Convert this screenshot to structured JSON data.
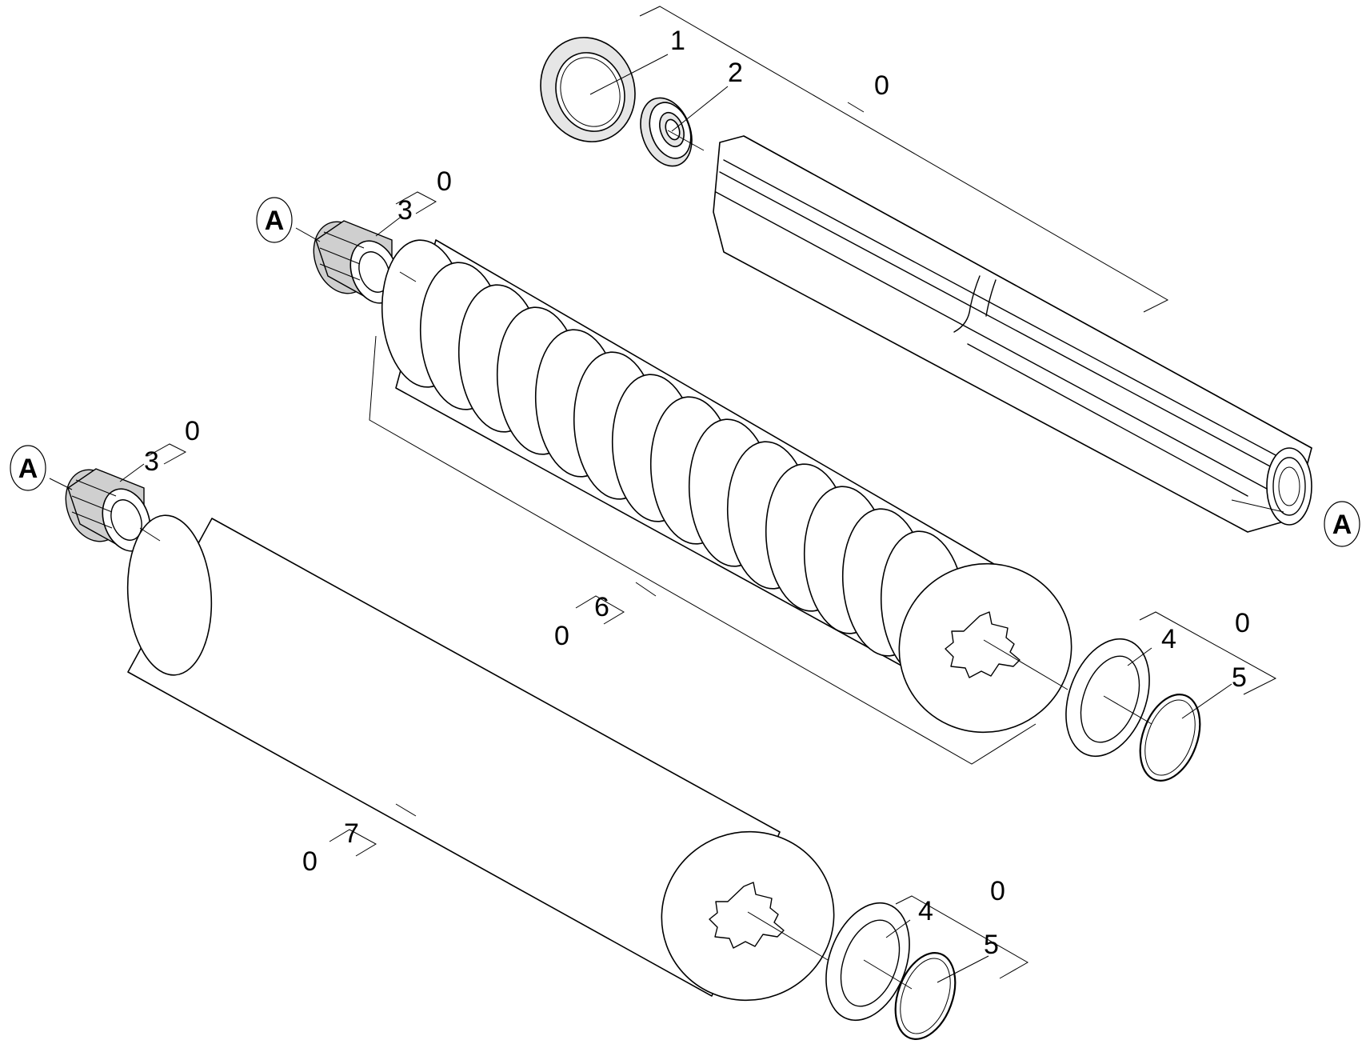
{
  "callouts": {
    "shaft_assembly": "0",
    "bracket": "1",
    "bearing": "2",
    "pinion_upper": "3",
    "pinion_upper_set": "0",
    "pinion_lower": "3",
    "pinion_lower_set": "0",
    "disc_roller": "6",
    "disc_roller_set": "0",
    "smooth_roller": "7",
    "smooth_roller_set": "0",
    "washer_upper": "4",
    "circlip_upper": "5",
    "fixing_upper_set": "0",
    "washer_lower": "4",
    "circlip_lower": "5",
    "fixing_lower_set": "0"
  },
  "references": {
    "upper_left": "A",
    "middle_left": "A",
    "right": "A"
  }
}
